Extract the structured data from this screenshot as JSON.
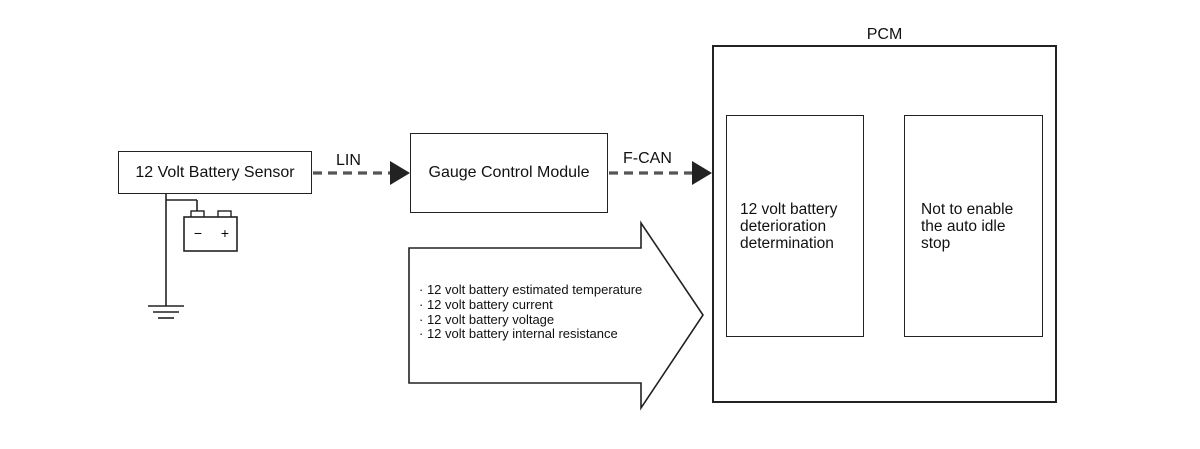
{
  "nodes": {
    "battery_sensor": "12 Volt Battery Sensor",
    "gauge_control_module": "Gauge Control Module",
    "pcm": "PCM",
    "deterioration": "12 volt battery\ndeterioration\ndetermination",
    "auto_idle": "Not to enable\nthe auto idle\nstop"
  },
  "links": {
    "lin": "LIN",
    "fcan": "F-CAN"
  },
  "battery_symbol": {
    "negative": "−",
    "positive": "+"
  },
  "transmitted_data": [
    "12 volt battery estimated temperature",
    "12 volt battery current",
    "12 volt battery voltage",
    "12 volt battery internal resistance"
  ],
  "colors": {
    "line": "#222222",
    "background": "#ffffff",
    "dashed_link": "#555555"
  }
}
